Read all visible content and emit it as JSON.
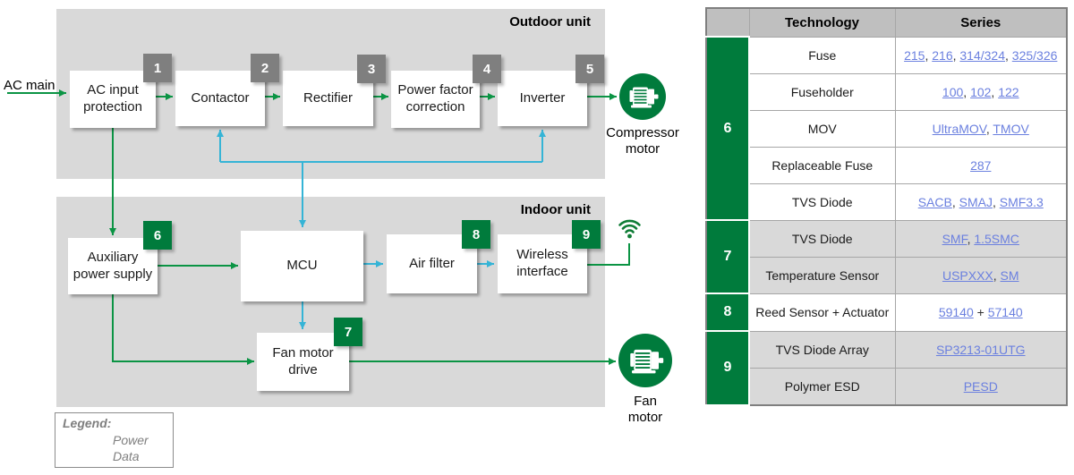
{
  "diagram": {
    "ac_main": "AC main",
    "outdoor": {
      "title": "Outdoor unit",
      "blocks": [
        {
          "num": "1",
          "label": "AC input protection"
        },
        {
          "num": "2",
          "label": "Contactor"
        },
        {
          "num": "3",
          "label": "Rectifier"
        },
        {
          "num": "4",
          "label": "Power factor correction"
        },
        {
          "num": "5",
          "label": "Inverter"
        }
      ],
      "motor": "Compressor motor"
    },
    "indoor": {
      "title": "Indoor unit",
      "aux": {
        "num": "6",
        "label": "Auxiliary power supply"
      },
      "mcu": {
        "label": "MCU"
      },
      "air": {
        "num": "8",
        "label": "Air filter"
      },
      "wireless": {
        "num": "9",
        "label": "Wireless interface"
      },
      "fandrive": {
        "num": "7",
        "label": "Fan motor drive"
      },
      "motor": "Fan motor"
    },
    "legend": {
      "title": "Legend:",
      "power": "Power",
      "data": "Data"
    }
  },
  "colors": {
    "power_green": "#0b9444",
    "data_cyan": "#35b4d6",
    "fill_green": "#007b3c",
    "badge_gray": "#7f7f7f",
    "link_blue": "#6b80df",
    "unit_gray": "#d9d9d9",
    "header_gray": "#bfbfbf"
  },
  "table": {
    "header": {
      "tech": "Technology",
      "series": "Series"
    },
    "groups": [
      {
        "num": "6",
        "rows": [
          {
            "tech": "Fuse",
            "sep": ", ",
            "links": [
              "215",
              "216",
              "314/324",
              "325/326"
            ]
          },
          {
            "tech": "Fuseholder",
            "sep": ", ",
            "links": [
              "100",
              "102",
              "122"
            ]
          },
          {
            "tech": "MOV",
            "sep": ", ",
            "links": [
              "UltraMOV",
              "TMOV"
            ]
          },
          {
            "tech": "Replaceable Fuse",
            "sep": ", ",
            "links": [
              "287"
            ]
          },
          {
            "tech": "TVS Diode",
            "sep": ", ",
            "links": [
              "SACB",
              "SMAJ",
              "SMF3.3"
            ]
          }
        ]
      },
      {
        "num": "7",
        "rows": [
          {
            "tech": "TVS Diode",
            "sep": ", ",
            "links": [
              "SMF",
              "1.5SMC"
            ]
          },
          {
            "tech": "Temperature Sensor",
            "sep": ", ",
            "links": [
              "USPXXX",
              "SM"
            ]
          }
        ]
      },
      {
        "num": "8",
        "rows": [
          {
            "tech": "Reed Sensor + Actuator",
            "sep": " + ",
            "links": [
              "59140",
              "57140"
            ]
          }
        ]
      },
      {
        "num": "9",
        "rows": [
          {
            "tech": "TVS Diode Array",
            "sep": ", ",
            "links": [
              "SP3213-01UTG"
            ]
          },
          {
            "tech": "Polymer ESD",
            "sep": ", ",
            "links": [
              "PESD"
            ]
          }
        ]
      }
    ]
  }
}
